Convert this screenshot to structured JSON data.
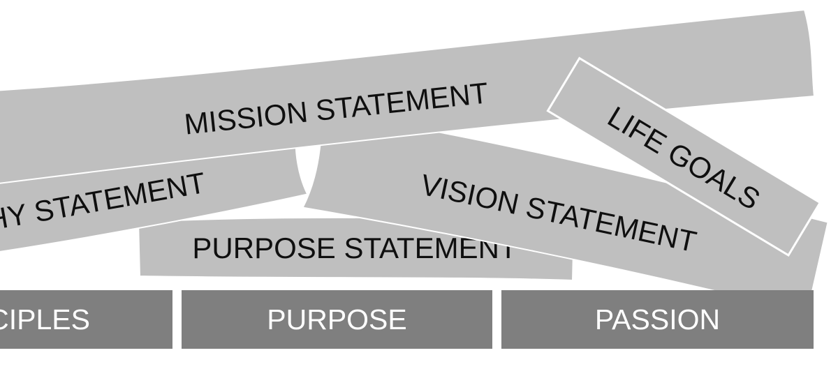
{
  "planks": {
    "mission": "MISSION STATEMENT",
    "life_goals": "LIFE GOALS",
    "philosophy": "HY STATEMENT",
    "vision": "VISION STATEMENT",
    "purpose_statement": "PURPOSE STATEMENT"
  },
  "pillars": {
    "principles": "ICIPLES",
    "purpose": "PURPOSE",
    "passion": "PASSION"
  },
  "colors": {
    "plank_fill": "#bfbfbf",
    "plank_edge": "#ffffff",
    "pillar_fill": "#7f7f7f",
    "pillar_text": "#ffffff",
    "plank_text": "#0f0f0f"
  }
}
